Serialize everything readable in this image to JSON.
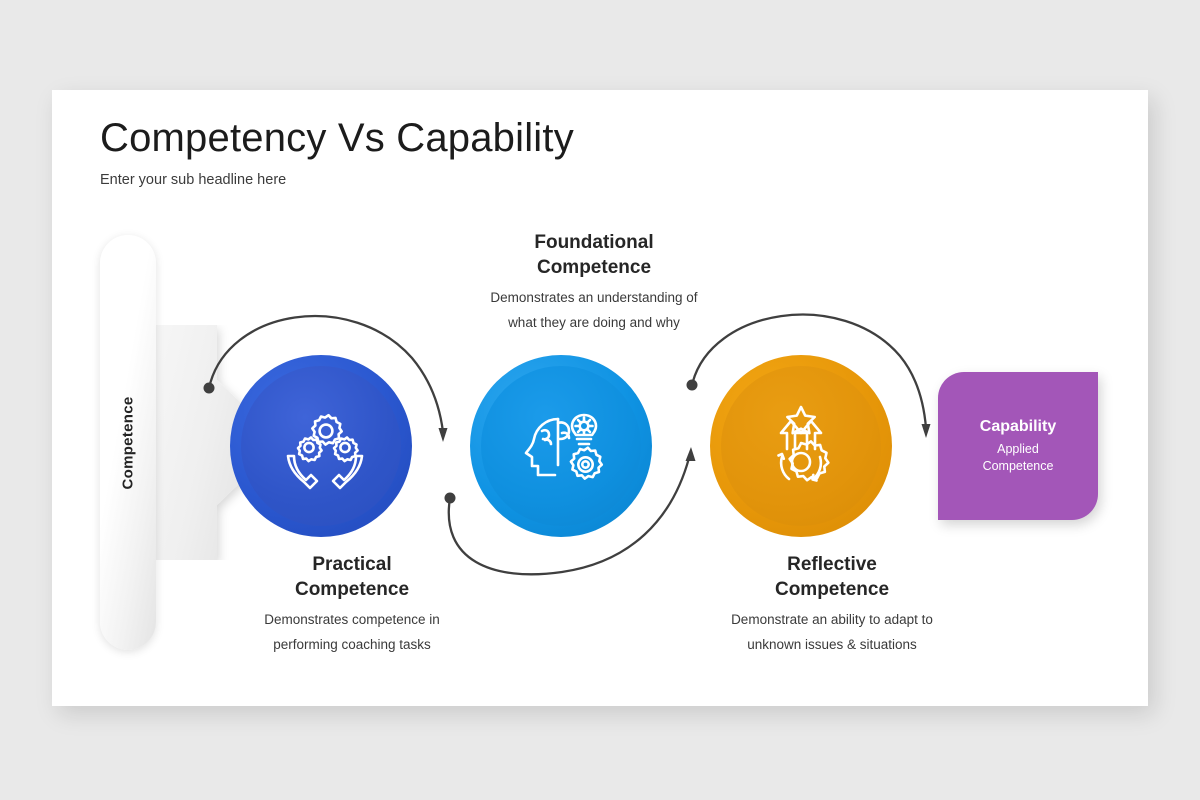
{
  "background_color": "#e9e9e9",
  "slide": {
    "title": "Competency Vs Capability",
    "subtitle": "Enter your sub headline here",
    "background": "#ffffff"
  },
  "track": {
    "label": "Competence",
    "arrow_icon": "right-arrow-shape"
  },
  "nodes": [
    {
      "id": "practical",
      "title": "Practical\nCompetence",
      "title_line1": "Practical",
      "title_line2": "Competence",
      "desc_line1": "Demonstrates competence  in",
      "desc_line2": "performing coaching tasks",
      "color": "#2f55c8",
      "ring_color": "#2a57cf",
      "icon": "hands-holding-gears-icon",
      "label_position": "below"
    },
    {
      "id": "foundational",
      "title": "Foundational\nCompetence",
      "title_line1": "Foundational",
      "title_line2": "Competence",
      "desc_line1": "Demonstrates an understanding of",
      "desc_line2": "what they are doing and why",
      "color": "#0f90df",
      "ring_color": "#0f93e3",
      "icon": "head-brain-lightbulb-gear-icon",
      "label_position": "above"
    },
    {
      "id": "reflective",
      "title": "Reflective\nCompetence",
      "title_line1": "Reflective",
      "title_line2": "Competence",
      "desc_line1": "Demonstrate an ability to adapt to",
      "desc_line2": "unknown issues & situations",
      "color": "#e2940b",
      "ring_color": "#e79709",
      "icon": "gear-arrows-star-icon",
      "label_position": "below"
    }
  ],
  "capability": {
    "title": "Capability",
    "subtitle_line1": "Applied",
    "subtitle_line2": "Competence",
    "color": "#a356b8",
    "text_color": "#ffffff"
  },
  "connectors": [
    {
      "id": "arc-1",
      "from": "start",
      "to": "practical-to-foundational",
      "style": "arc-over",
      "color": "#3f3f3f"
    },
    {
      "id": "arc-2",
      "from": "foundational",
      "to": "reflective",
      "style": "arc-under",
      "color": "#3f3f3f"
    },
    {
      "id": "arc-3",
      "from": "reflective",
      "to": "capability",
      "style": "arc-over",
      "color": "#3f3f3f"
    }
  ]
}
